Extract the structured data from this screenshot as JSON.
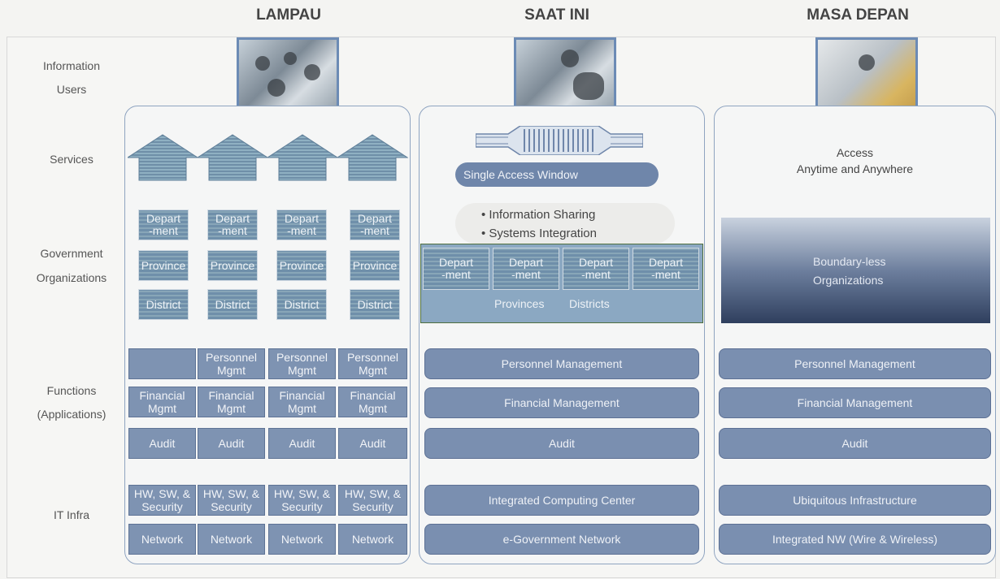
{
  "headers": {
    "past": "LAMPAU",
    "present": "SAAT INI",
    "future": "MASA DEPAN"
  },
  "row_labels": {
    "info_users_1": "Information",
    "info_users_2": "Users",
    "services": "Services",
    "gov_1": "Government",
    "gov_2": "Organizations",
    "functions_1": "Functions",
    "functions_2": "(Applications)",
    "it_infra": "IT Infra"
  },
  "past": {
    "depart": "Depart\n-ment",
    "province": "Province",
    "district": "District",
    "personnel": "Personnel\nMgmt",
    "financial": "Financial\nMgmt",
    "audit": "Audit",
    "hw": "HW, SW, &\nSecurity",
    "network": "Network"
  },
  "present": {
    "single_access": "Single Access Window",
    "info_sharing": "• Information Sharing",
    "systems_integration": "• Systems Integration",
    "depart": "Depart\n-ment",
    "provinces": "Provinces",
    "districts": "Districts",
    "personnel": "Personnel Management",
    "financial": "Financial Management",
    "audit": "Audit",
    "computing": "Integrated Computing Center",
    "network": "e-Government Network"
  },
  "future": {
    "access_1": "Access",
    "access_2": "Anytime and Anywhere",
    "boundary_1": "Boundary-less",
    "boundary_2": "Organizations",
    "personnel": "Personnel Management",
    "financial": "Financial Management",
    "audit": "Audit",
    "infra": "Ubiquitous Infrastructure",
    "network": "Integrated NW (Wire & Wireless)"
  },
  "colors": {
    "box": "#7e93b2",
    "border": "#5e7395",
    "panel_border": "#8fa4c0"
  }
}
